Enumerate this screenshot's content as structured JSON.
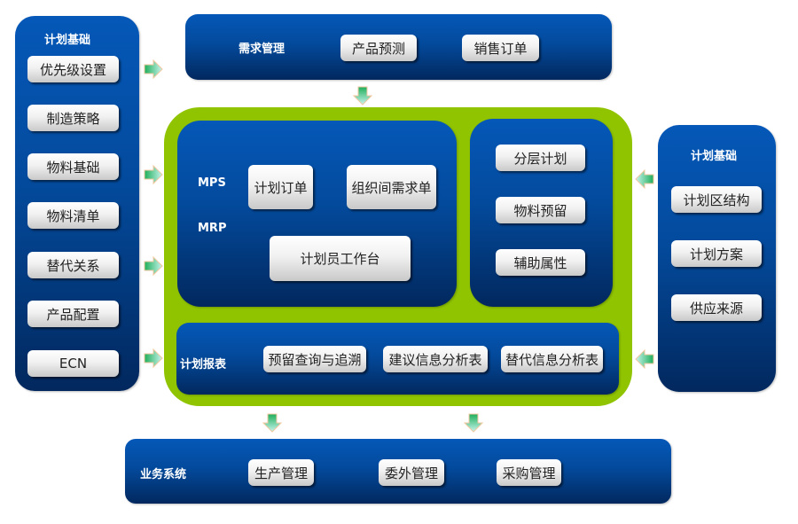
{
  "left_panel": {
    "title": "计划基础",
    "items": [
      "优先级设置",
      "制造策略",
      "物料基础",
      "物料清单",
      "替代关系",
      "产品配置",
      "ECN"
    ]
  },
  "demand_panel": {
    "title": "需求管理",
    "items": [
      "产品预测",
      "销售订单"
    ]
  },
  "core": {
    "mps_label": "MPS",
    "mrp_label": "MRP",
    "items": [
      "计划订单",
      "组织间需求单",
      "计划员工作台"
    ],
    "side_items": [
      "分层计划",
      "物料预留",
      "辅助属性"
    ]
  },
  "report_panel": {
    "title": "计划报表",
    "items": [
      "预留查询与追溯",
      "建议信息分析表",
      "替代信息分析表"
    ]
  },
  "right_panel": {
    "title": "计划基础",
    "items": [
      "计划区结构",
      "计划方案",
      "供应来源"
    ]
  },
  "business_panel": {
    "title": "业务系统",
    "items": [
      "生产管理",
      "委外管理",
      "采购管理"
    ]
  },
  "colors": {
    "panel_top": "#0558b8",
    "panel_bottom": "#02285e",
    "core_frame": "#90c400",
    "arrow_start": "#1fae5a",
    "arrow_end": "#c8f5ee"
  }
}
